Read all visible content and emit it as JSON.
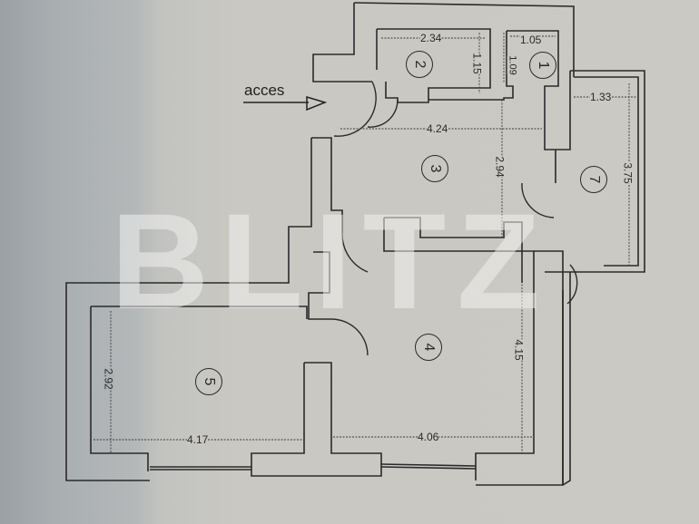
{
  "plan": {
    "entrance_label": "acces",
    "watermark": "BLITZ",
    "rooms": [
      {
        "id": "1",
        "dims": [
          "1.05",
          "1.09"
        ]
      },
      {
        "id": "2",
        "dims": [
          "2.34",
          "1.15"
        ]
      },
      {
        "id": "3",
        "dims": [
          "4.24",
          "2.94"
        ]
      },
      {
        "id": "4",
        "dims": [
          "4.06",
          "4.15"
        ]
      },
      {
        "id": "5",
        "dims": [
          "4.17",
          "2.92"
        ]
      },
      {
        "id": "7",
        "dims": [
          "1.33",
          "3.75"
        ]
      }
    ],
    "colors": {
      "paper": "#cbc9c3",
      "ink": "#2a2a2a",
      "shadow": "#9aa0a4"
    }
  }
}
